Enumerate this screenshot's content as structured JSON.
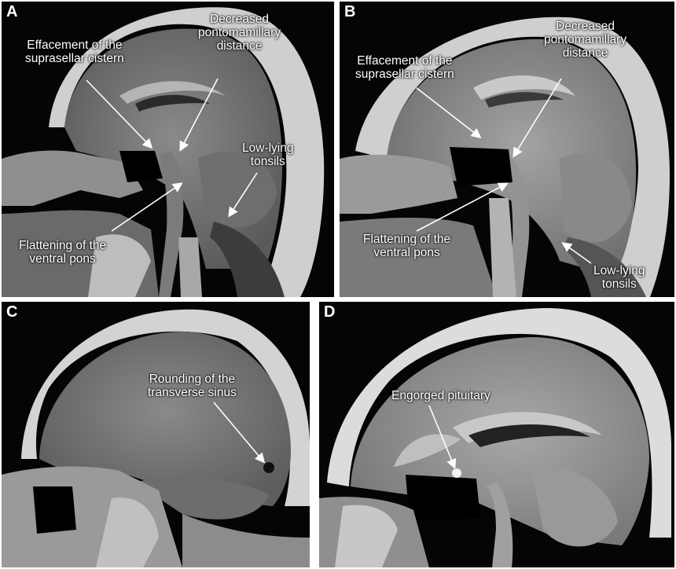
{
  "panels": {
    "a": {
      "label": "A",
      "annotations": {
        "suprasellar": [
          "Effacement of the",
          "suprasellar cistern"
        ],
        "pontomamillary": [
          "Decreased",
          "pontomamillary",
          "distance"
        ],
        "tonsils": [
          "Low-lying",
          "tonsils"
        ],
        "pons": [
          "Flattening of the",
          "ventral pons"
        ]
      }
    },
    "b": {
      "label": "B",
      "annotations": {
        "suprasellar": [
          "Effacement of the",
          "suprasellar cistern"
        ],
        "pontomamillary": [
          "Decreased",
          "pontomamillary",
          "distance"
        ],
        "pons": [
          "Flattening of the",
          "ventral pons"
        ],
        "tonsils": [
          "Low-lying",
          "tonsils"
        ]
      }
    },
    "c": {
      "label": "C",
      "annotations": {
        "sinus": [
          "Rounding of the",
          "transverse sinus"
        ]
      }
    },
    "d": {
      "label": "D",
      "annotations": {
        "pituitary": [
          "Engorged pituitary"
        ]
      }
    }
  }
}
